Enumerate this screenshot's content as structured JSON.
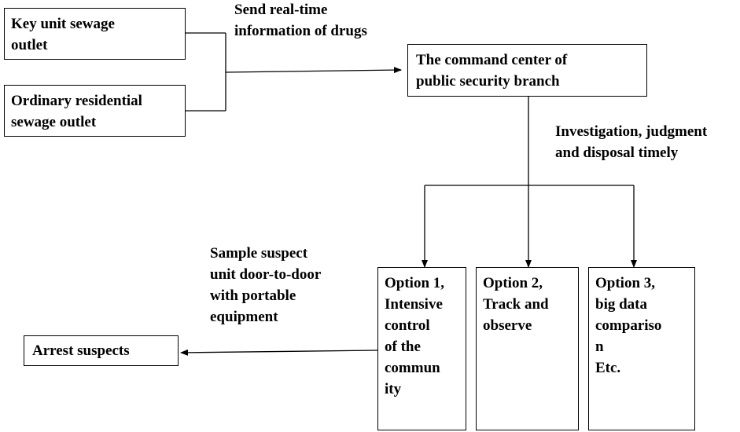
{
  "nodes": {
    "key_unit": {
      "lines": [
        "Key unit sewage",
        "outlet"
      ]
    },
    "residential": {
      "lines": [
        "Ordinary residential",
        "sewage outlet"
      ]
    },
    "command_center": {
      "lines": [
        "The command center of",
        "public security branch"
      ]
    },
    "option1": {
      "lines": [
        "Option 1,",
        "Intensive",
        "control",
        "of the",
        "commun",
        "ity"
      ]
    },
    "option2": {
      "lines": [
        "Option 2,",
        "Track and",
        "observe"
      ]
    },
    "option3": {
      "lines": [
        "Option 3,",
        "big data",
        "compariso",
        "n",
        "Etc."
      ]
    },
    "arrest": {
      "lines": [
        "Arrest suspects"
      ]
    }
  },
  "labels": {
    "send_info": {
      "lines": [
        "Send real-time",
        "information of drugs"
      ]
    },
    "investigation": {
      "lines": [
        "Investigation, judgment",
        "and disposal timely"
      ]
    },
    "sample": {
      "lines": [
        "Sample suspect",
        "unit door-to-door",
        "with portable",
        "equipment"
      ]
    }
  }
}
